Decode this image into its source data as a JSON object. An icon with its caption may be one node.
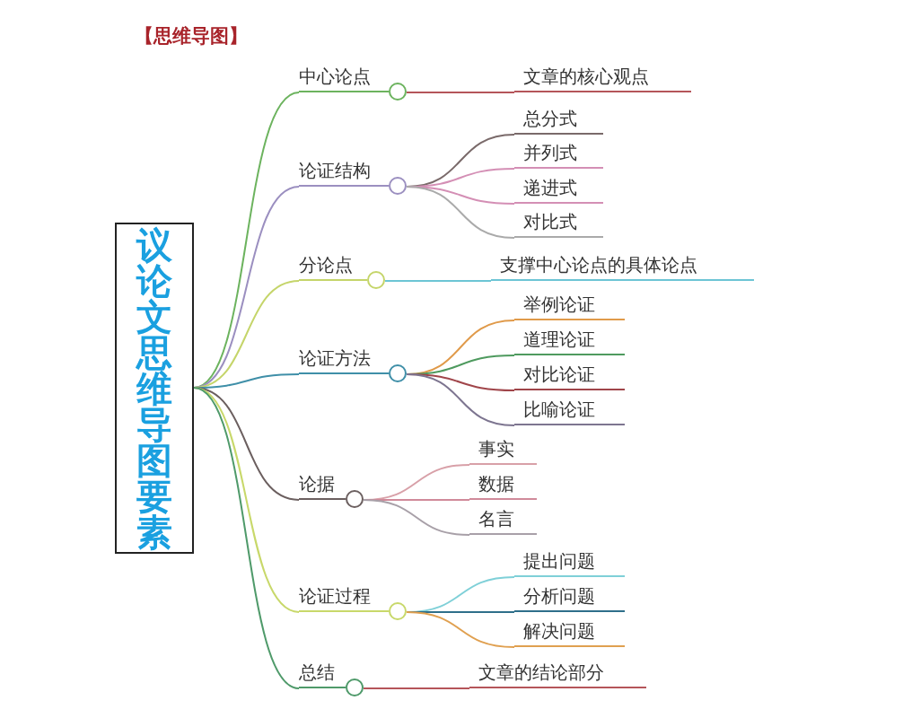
{
  "diagram": {
    "title": "【思维导图】",
    "nodes": [
      {
        "text": [
          "议论文思维导图要素"
        ]
      },
      {
        "text": [
          "中心论点"
        ]
      },
      {
        "text": [
          "文章的核心观点"
        ]
      },
      {
        "text": [
          "论证结构"
        ]
      },
      {
        "text": [
          "总分式"
        ]
      },
      {
        "text": [
          "并列式"
        ]
      },
      {
        "text": [
          "递进式"
        ]
      },
      {
        "text": [
          "对比式"
        ]
      },
      {
        "text": [
          "分论点"
        ]
      },
      {
        "text": [
          "支撑中心论点的具体论点"
        ]
      },
      {
        "text": [
          "论证方法"
        ]
      },
      {
        "text": [
          "举例论证"
        ]
      },
      {
        "text": [
          "道理论证"
        ]
      },
      {
        "text": [
          "对比论证"
        ]
      },
      {
        "text": [
          "比喻论证"
        ]
      },
      {
        "text": [
          "论据"
        ]
      },
      {
        "text": [
          "事实"
        ]
      },
      {
        "text": [
          "数据"
        ]
      },
      {
        "text": [
          "名言"
        ]
      },
      {
        "text": [
          "论证过程"
        ]
      },
      {
        "text": [
          "提出问题"
        ]
      },
      {
        "text": [
          "分析问题"
        ]
      },
      {
        "text": [
          "解决问题"
        ]
      },
      {
        "text": [
          "总结"
        ]
      },
      {
        "text": [
          "文章的结论部分"
        ]
      }
    ],
    "edges": [
      {
        "from": 0,
        "to": 1,
        "arrow": "none",
        "color": "#6cb35e"
      },
      {
        "from": 0,
        "to": 3,
        "arrow": "none",
        "color": "#9b8fc0"
      },
      {
        "from": 0,
        "to": 8,
        "arrow": "none",
        "color": "#c5d56a"
      },
      {
        "from": 0,
        "to": 10,
        "arrow": "none",
        "color": "#3f8fa8"
      },
      {
        "from": 0,
        "to": 15,
        "arrow": "none",
        "color": "#6b5f5f"
      },
      {
        "from": 0,
        "to": 19,
        "arrow": "none",
        "color": "#c8d86a"
      },
      {
        "from": 0,
        "to": 23,
        "arrow": "none",
        "color": "#4f9a6a"
      },
      {
        "from": 1,
        "to": 2,
        "arrow": "none",
        "color": "#b5555a"
      },
      {
        "from": 3,
        "to": 4,
        "arrow": "none",
        "color": "#7a6a6a"
      },
      {
        "from": 3,
        "to": 5,
        "arrow": "none",
        "color": "#d48fb5"
      },
      {
        "from": 3,
        "to": 6,
        "arrow": "none",
        "color": "#d48fb5"
      },
      {
        "from": 3,
        "to": 7,
        "arrow": "none",
        "color": "#aaaaaa"
      },
      {
        "from": 8,
        "to": 9,
        "arrow": "none",
        "color": "#6cc5d5"
      },
      {
        "from": 10,
        "to": 11,
        "arrow": "none",
        "color": "#e09a4a"
      },
      {
        "from": 10,
        "to": 12,
        "arrow": "none",
        "color": "#4e9a5e"
      },
      {
        "from": 10,
        "to": 13,
        "arrow": "none",
        "color": "#a0454a"
      },
      {
        "from": 10,
        "to": 14,
        "arrow": "none",
        "color": "#7d7590"
      },
      {
        "from": 15,
        "to": 16,
        "arrow": "none",
        "color": "#d8a0a8"
      },
      {
        "from": 15,
        "to": 17,
        "arrow": "none",
        "color": "#d08a9a"
      },
      {
        "from": 15,
        "to": 18,
        "arrow": "none",
        "color": "#a8a0a8"
      },
      {
        "from": 19,
        "to": 20,
        "arrow": "none",
        "color": "#7fd0d8"
      },
      {
        "from": 19,
        "to": 21,
        "arrow": "none",
        "color": "#2f6f8a"
      },
      {
        "from": 19,
        "to": 22,
        "arrow": "none",
        "color": "#e0a050"
      },
      {
        "from": 23,
        "to": 24,
        "arrow": "none",
        "color": "#b5555a"
      }
    ]
  }
}
